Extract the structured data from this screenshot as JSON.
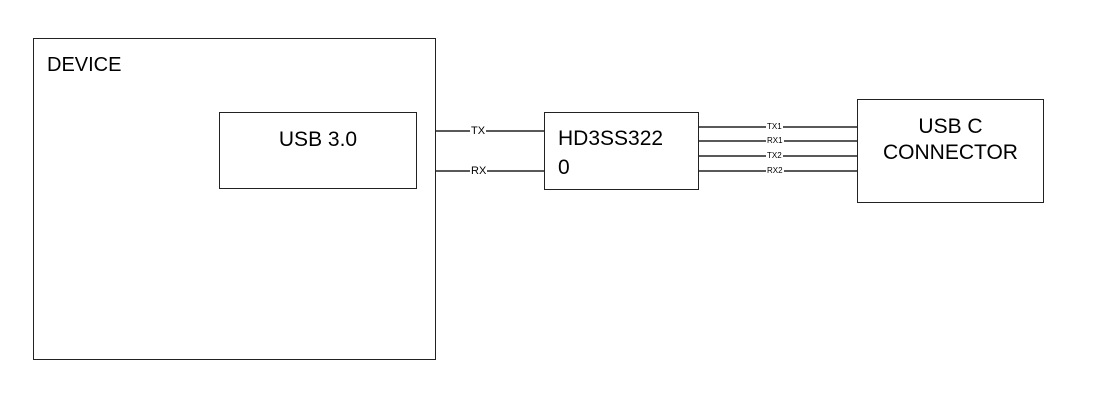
{
  "device": {
    "label": "DEVICE"
  },
  "usb3": {
    "label": "USB 3.0"
  },
  "chip": {
    "line1": "HD3SS322",
    "line2": "0"
  },
  "connector": {
    "line1": "USB C",
    "line2": "CONNECTOR"
  },
  "signals": {
    "left": [
      "TX",
      "RX"
    ],
    "right": [
      "TX1",
      "RX1",
      "TX2",
      "RX2"
    ]
  }
}
